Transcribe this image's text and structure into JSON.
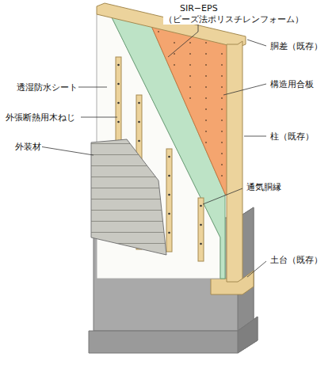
{
  "diagram": {
    "labels": [
      "SIR−EPS",
      "（ビーズ法ポリスチレンフォーム）",
      "胴差（既存）",
      "構造用合板",
      "柱（既存）",
      "透湿防水シート",
      "外張断熱用木ねじ",
      "外装材",
      "通気胴縁",
      "土台（既存）"
    ]
  }
}
